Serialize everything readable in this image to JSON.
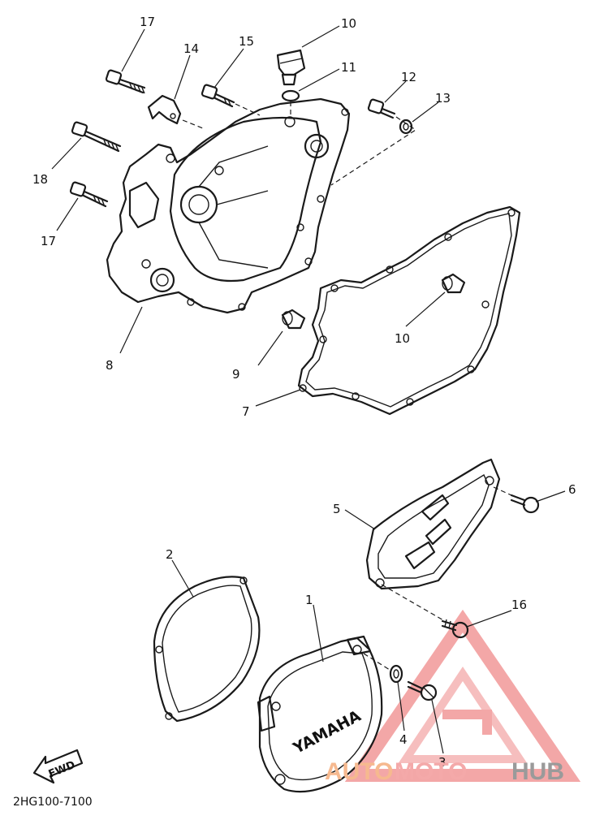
{
  "diagram": {
    "callouts": [
      {
        "id": "c1",
        "text": "1"
      },
      {
        "id": "c2",
        "text": "2"
      },
      {
        "id": "c3",
        "text": "3"
      },
      {
        "id": "c4",
        "text": "4"
      },
      {
        "id": "c5",
        "text": "5"
      },
      {
        "id": "c6",
        "text": "6"
      },
      {
        "id": "c7",
        "text": "7"
      },
      {
        "id": "c8",
        "text": "8"
      },
      {
        "id": "c9",
        "text": "9"
      },
      {
        "id": "c10a",
        "text": "10"
      },
      {
        "id": "c10b",
        "text": "10"
      },
      {
        "id": "c11",
        "text": "11"
      },
      {
        "id": "c12",
        "text": "12"
      },
      {
        "id": "c13",
        "text": "13"
      },
      {
        "id": "c14",
        "text": "14"
      },
      {
        "id": "c15",
        "text": "15"
      },
      {
        "id": "c16",
        "text": "16"
      },
      {
        "id": "c17a",
        "text": "17"
      },
      {
        "id": "c17b",
        "text": "17"
      },
      {
        "id": "c18",
        "text": "18"
      }
    ],
    "fwd_label": "FWD",
    "cover_brand": "YAMAHA",
    "drawing_code": "2HG100-7100"
  },
  "watermark": {
    "part1": "AUTO",
    "part2": "MOTO",
    "part3": "HUB",
    "colors": {
      "auto": "#f6b98f",
      "moto": "#f4a9a9",
      "hub": "#9a9a9a",
      "triangle": "#f08a8a"
    }
  }
}
